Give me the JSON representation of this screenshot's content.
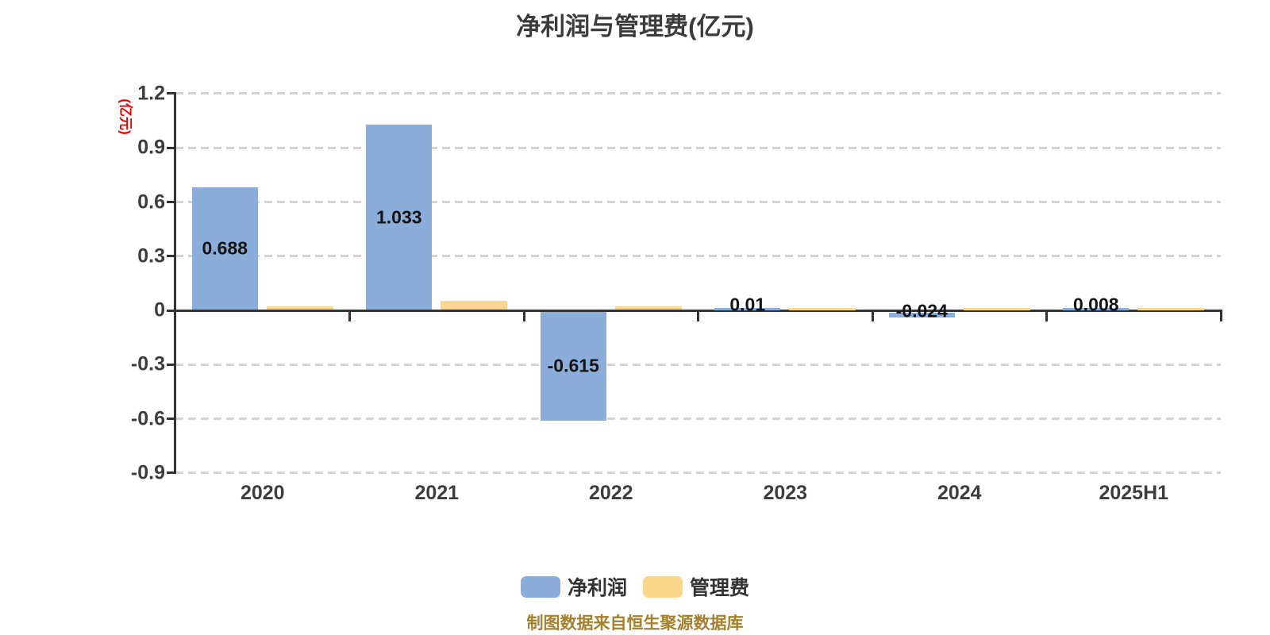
{
  "chart_data": {
    "type": "bar",
    "title": "净利润与管理费(亿元)",
    "ylabel": "(亿元)",
    "caption": "制图数据来自恒生聚源数据库",
    "categories": [
      "2020",
      "2021",
      "2022",
      "2023",
      "2024",
      "2025H1"
    ],
    "series": [
      {
        "name": "净利润",
        "color": "#8badd9",
        "values": [
          0.688,
          1.033,
          -0.615,
          0.01,
          -0.024,
          0.008
        ],
        "labels": [
          "0.688",
          "1.033",
          "-0.615",
          "0.01",
          "-0.024",
          "0.008"
        ]
      },
      {
        "name": "管理费",
        "color": "#fbd78c",
        "values": [
          0.03,
          0.06,
          0.028,
          0.006,
          0.003,
          0.003
        ],
        "labels": []
      }
    ],
    "ylim": [
      -0.9,
      1.2
    ],
    "yticks": [
      1.2,
      0.9,
      0.6,
      0.3,
      0,
      -0.3,
      -0.6,
      -0.9
    ],
    "ytick_labels": [
      "1.2",
      "0.9",
      "0.6",
      "0.3",
      "0",
      "-0.3",
      "-0.6",
      "-0.9"
    ],
    "grid": "dashed horizontal",
    "legend_position": "bottom",
    "colors": {
      "net_profit": "#8badd9",
      "mgmt_fee": "#fbd78c",
      "unit_label": "#ec0000",
      "caption": "#a6802c",
      "axis": "#333333",
      "gridline": "#d4d4d4",
      "text": "#3d3d3d"
    }
  }
}
